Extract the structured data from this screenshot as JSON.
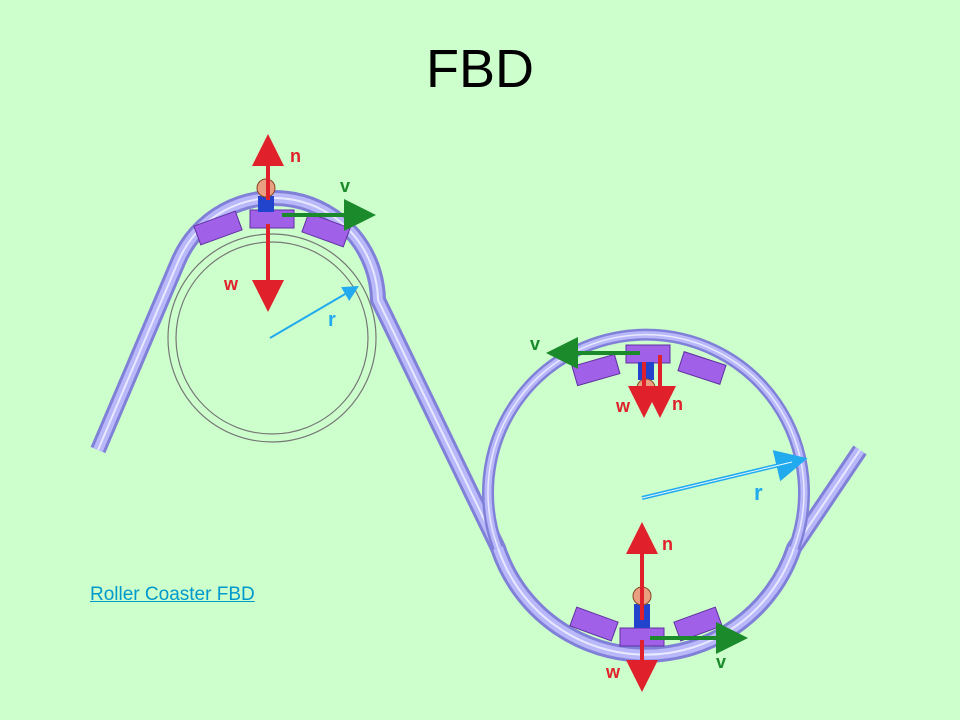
{
  "title": "FBD",
  "link": {
    "text": "Roller Coaster FBD"
  },
  "colors": {
    "background": "#ccffcc",
    "track": "#aaaaf8",
    "track_edge": "#8080d8",
    "car": "#a060e8",
    "normal_force": "#e0202a",
    "weight": "#e0202a",
    "velocity": "#1a8a2a",
    "radius": "#22aaee"
  },
  "top_loop": {
    "labels": {
      "normal": "n",
      "weight": "w",
      "velocity": "v",
      "radius": "r"
    }
  },
  "bottom_loop": {
    "top_car_labels": {
      "normal": "n",
      "weight": "w",
      "velocity": "v"
    },
    "bottom_car_labels": {
      "normal": "n",
      "weight": "w",
      "velocity": "v"
    },
    "radius_label": "r"
  }
}
